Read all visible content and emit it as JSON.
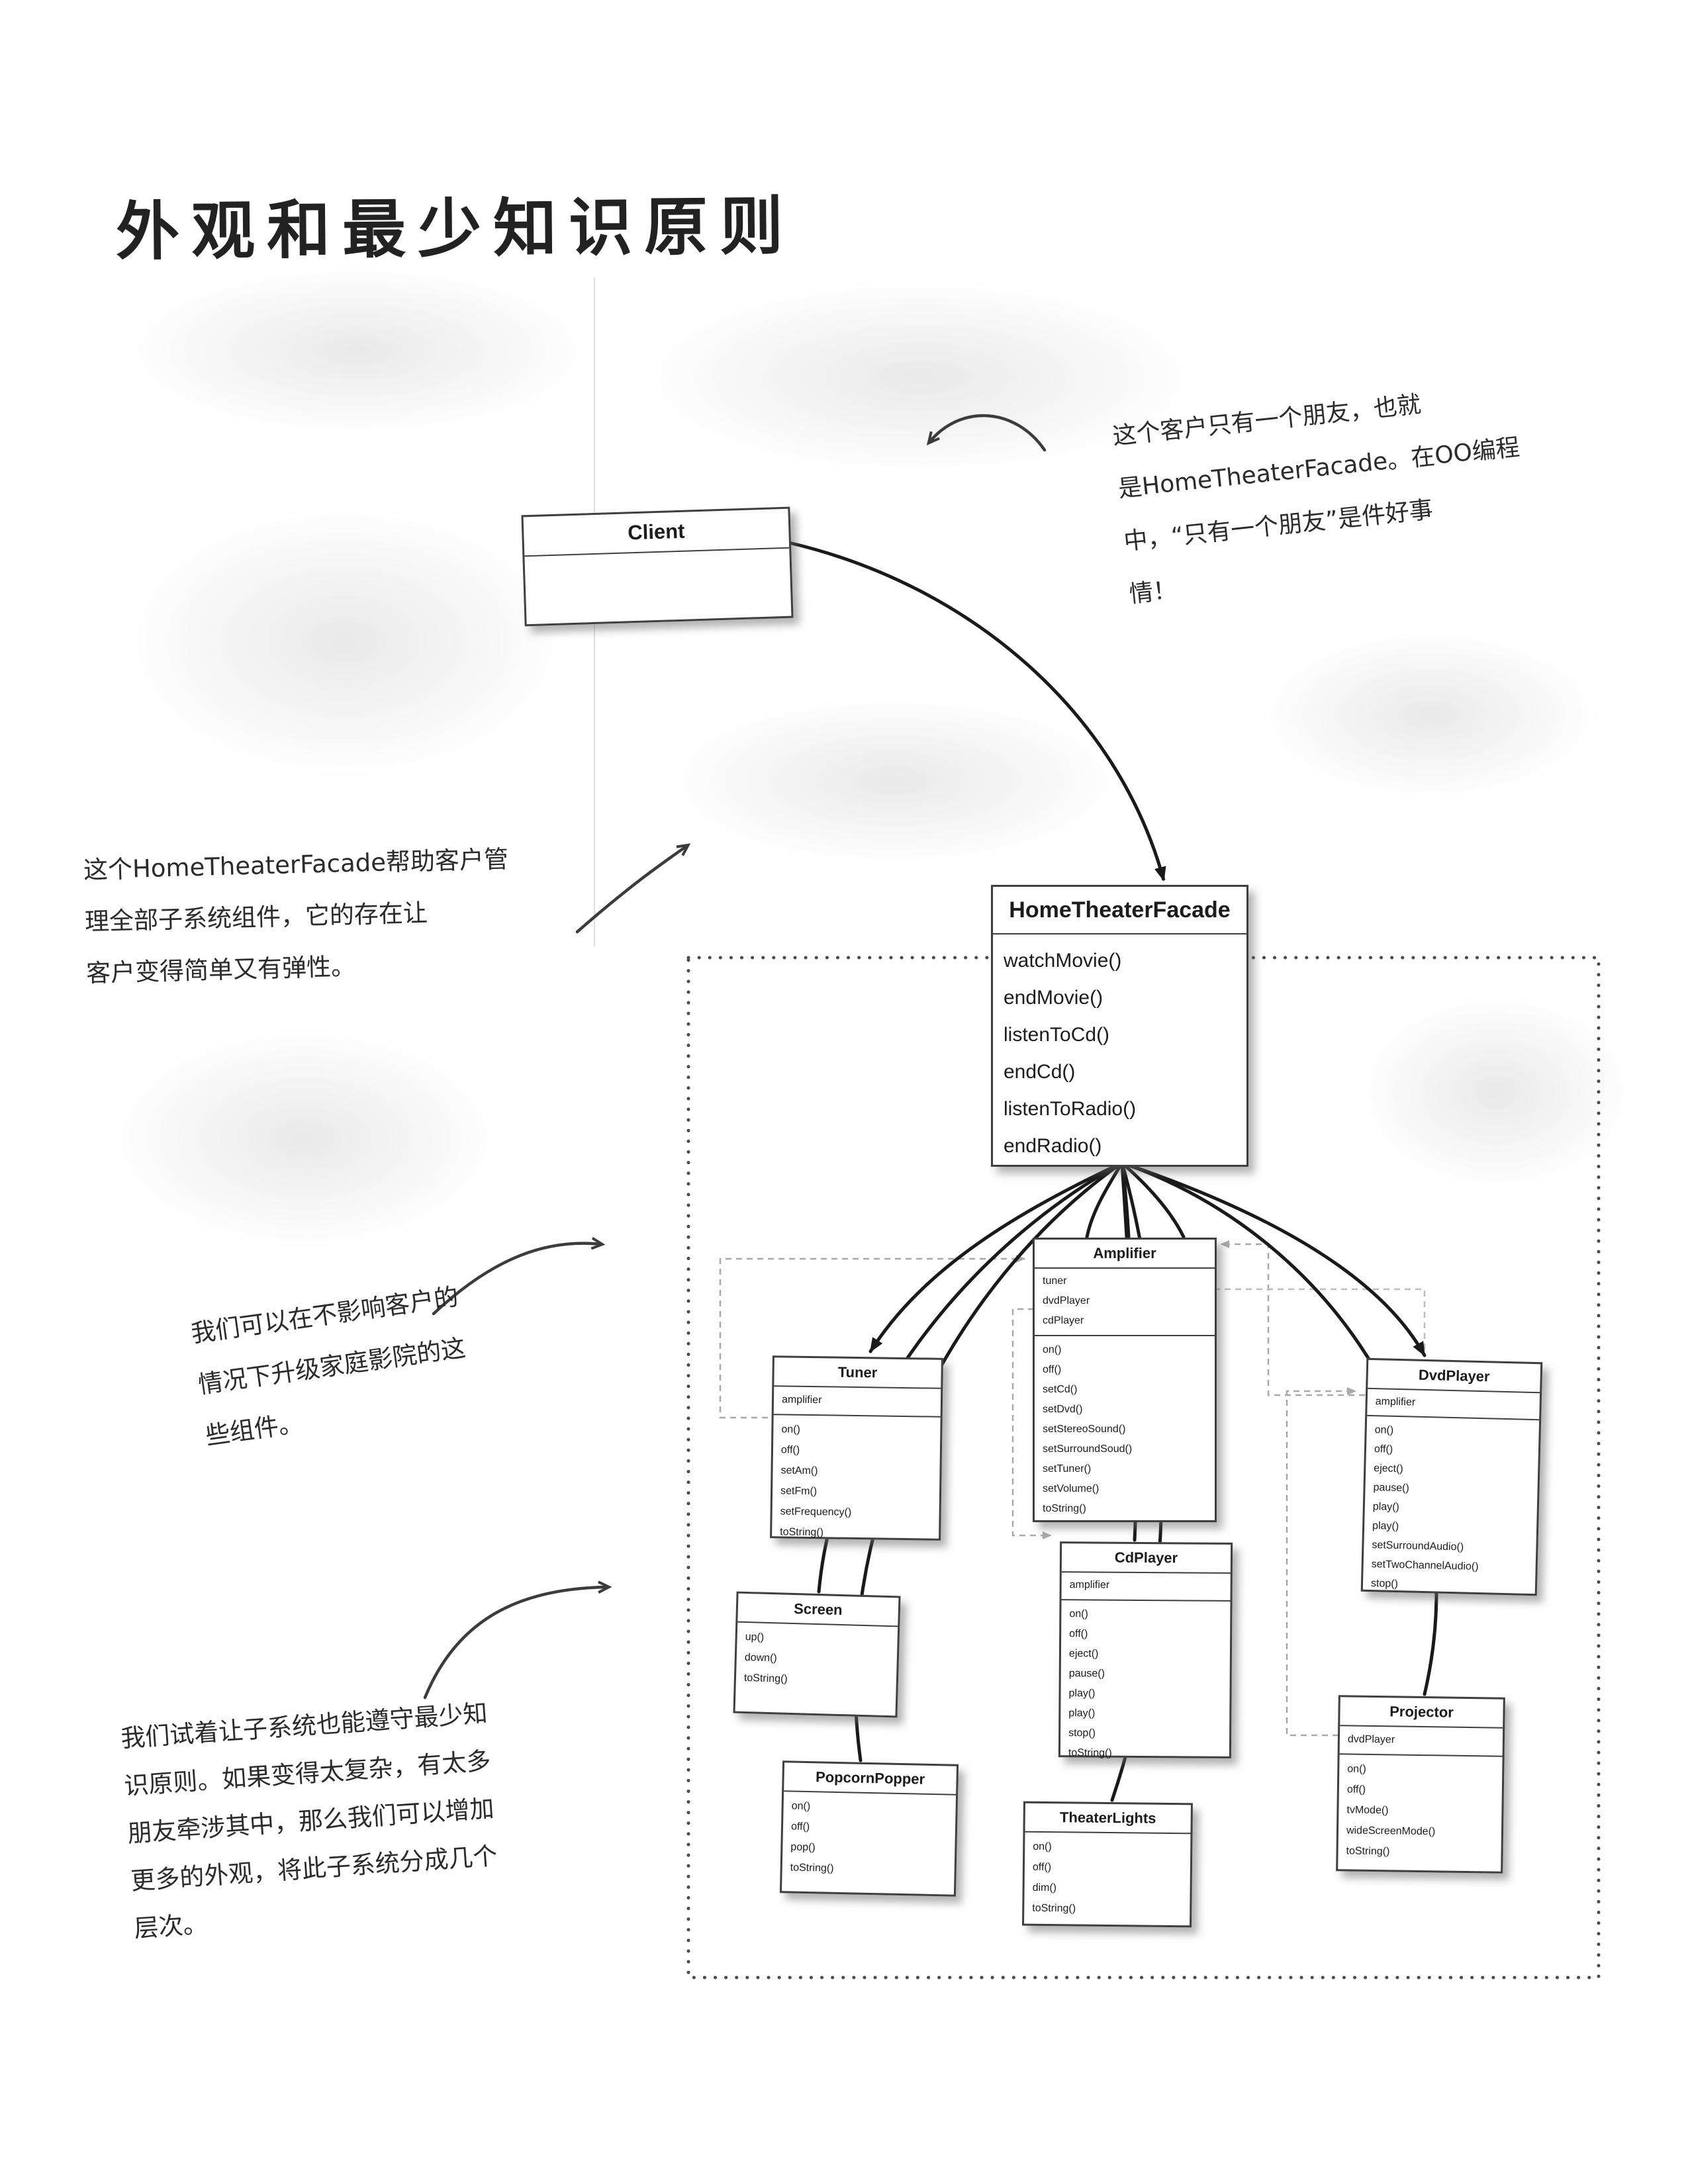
{
  "page": {
    "title": "外观和最少知识原则"
  },
  "annotations": {
    "client_note": {
      "lines": [
        "这个客户只有一个朋友，也就",
        "是HomeTheaterFacade。在OO编程",
        "中，“只有一个朋友”是件好事",
        "情！"
      ]
    },
    "facade_note": {
      "lines": [
        "这个HomeTheaterFacade帮助客户管",
        "理全部子系统组件，它的存在让",
        "客户变得简单又有弹性。"
      ]
    },
    "upgrade_note": {
      "lines": [
        "我们可以在不影响客户的",
        "情况下升级家庭影院的这",
        "些组件。"
      ]
    },
    "subsystem_note": {
      "lines": [
        "我们试着让子系统也能遵守最少知",
        "识原则。如果变得太复杂，有太多",
        "朋友牵涉其中，那么我们可以增加",
        "更多的外观，将此子系统分成几个",
        "层次。"
      ]
    }
  },
  "diagram": {
    "classes": [
      {
        "name": "Client",
        "attributes": [],
        "methods": []
      },
      {
        "name": "HomeTheaterFacade",
        "attributes": [],
        "methods": [
          "watchMovie()",
          "endMovie()",
          "listenToCd()",
          "endCd()",
          "listenToRadio()",
          "endRadio()"
        ]
      },
      {
        "name": "Amplifier",
        "attributes": [
          "tuner",
          "dvdPlayer",
          "cdPlayer"
        ],
        "methods": [
          "on()",
          "off()",
          "setCd()",
          "setDvd()",
          "setStereoSound()",
          "setSurroundSoud()",
          "setTuner()",
          "setVolume()",
          "toString()"
        ]
      },
      {
        "name": "Tuner",
        "attributes": [
          "amplifier"
        ],
        "methods": [
          "on()",
          "off()",
          "setAm()",
          "setFm()",
          "setFrequency()",
          "toString()"
        ]
      },
      {
        "name": "DvdPlayer",
        "attributes": [
          "amplifier"
        ],
        "methods": [
          "on()",
          "off()",
          "eject()",
          "pause()",
          "play()",
          "play()",
          "setSurroundAudio()",
          "setTwoChannelAudio()",
          "stop()"
        ]
      },
      {
        "name": "CdPlayer",
        "attributes": [
          "amplifier"
        ],
        "methods": [
          "on()",
          "off()",
          "eject()",
          "pause()",
          "play()",
          "play()",
          "stop()",
          "toString()"
        ]
      },
      {
        "name": "Screen",
        "attributes": [],
        "methods": [
          "up()",
          "down()",
          "toString()"
        ]
      },
      {
        "name": "PopcornPopper",
        "attributes": [],
        "methods": [
          "on()",
          "off()",
          "pop()",
          "toString()"
        ]
      },
      {
        "name": "TheaterLights",
        "attributes": [],
        "methods": [
          "on()",
          "off()",
          "dim()",
          "toString()"
        ]
      },
      {
        "name": "Projector",
        "attributes": [
          "dvdPlayer"
        ],
        "methods": [
          "on()",
          "off()",
          "tvMode()",
          "wideScreenMode()",
          "toString()"
        ]
      }
    ]
  },
  "colors": {
    "ink": "#1c1c1c",
    "box_border": "#3f3f3f",
    "dashed_reference": "#a8a8a8",
    "paper": "#ffffff"
  }
}
